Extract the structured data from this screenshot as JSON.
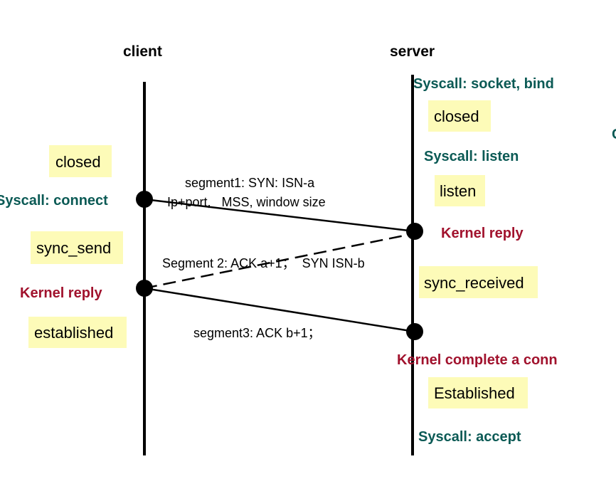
{
  "headers": {
    "client": "client",
    "server": "server"
  },
  "client": {
    "states": {
      "closed": "closed",
      "sync_send": "sync_send",
      "established": "established"
    },
    "syscall_connect": "Syscall: connect",
    "kernel_reply": "Kernel reply"
  },
  "server": {
    "syscall_socket_bind": "Syscall: socket, bind",
    "syscall_listen": "Syscall: listen",
    "syscall_accept": "Syscall: accept",
    "states": {
      "closed": "closed",
      "listen": "listen",
      "sync_received": "sync_received",
      "established": "Established"
    },
    "kernel_reply": "Kernel reply",
    "kernel_complete": "Kernel complete a conn"
  },
  "segments": {
    "segment1_line1": "segment1: SYN: ISN-a",
    "segment1_line2": "Ip+port,   MSS, window size",
    "segment2": "Segment 2: ACK a+1；  SYN ISN-b",
    "segment3": "segment3: ACK b+1；"
  },
  "edge_fragment": "C",
  "colors": {
    "syscall": "#0b5a55",
    "kernel": "#a1122d",
    "state_box": "#fdfbb8",
    "line": "#000000"
  }
}
